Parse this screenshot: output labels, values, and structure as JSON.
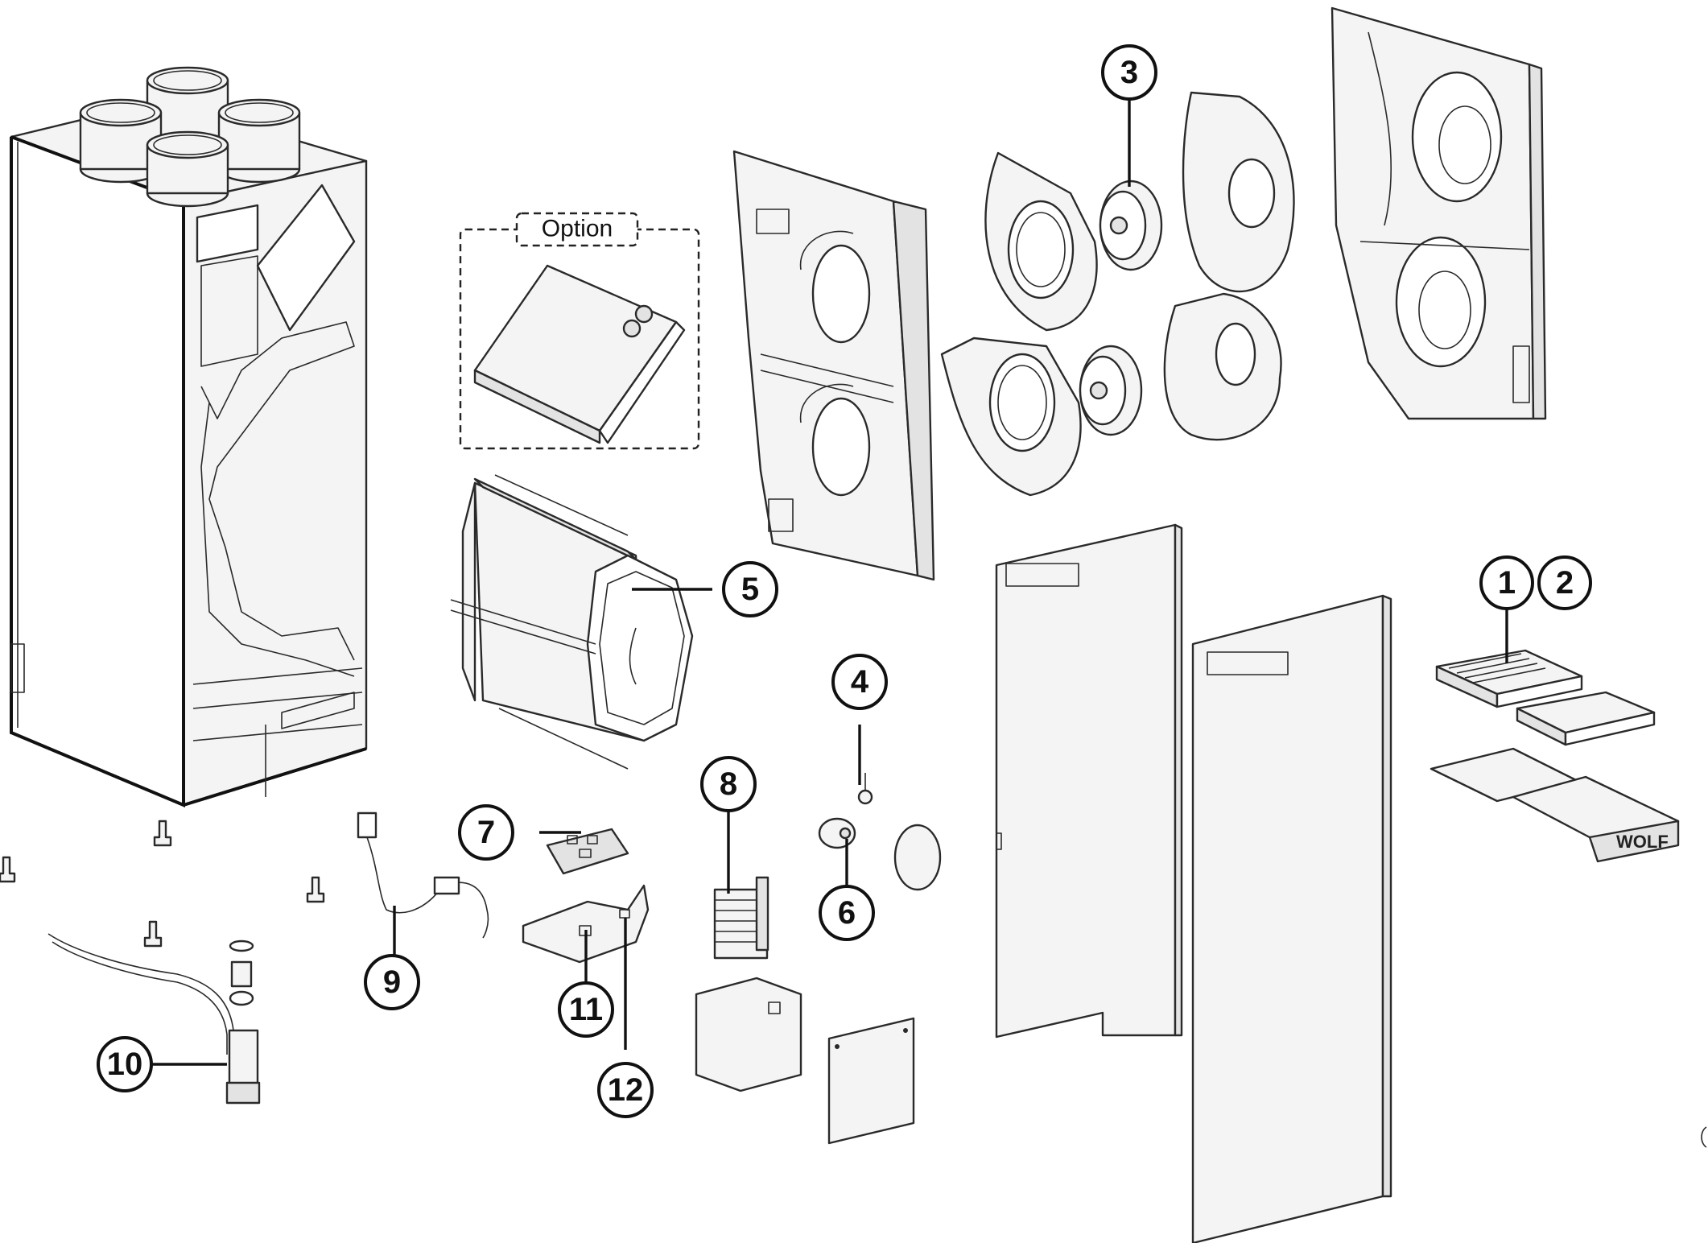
{
  "option": {
    "label": "Option"
  },
  "brand": {
    "logo_text": "WOLF"
  },
  "callouts": [
    {
      "id": "1",
      "label": "1"
    },
    {
      "id": "2",
      "label": "2"
    },
    {
      "id": "3",
      "label": "3"
    },
    {
      "id": "4",
      "label": "4"
    },
    {
      "id": "5",
      "label": "5"
    },
    {
      "id": "6",
      "label": "6"
    },
    {
      "id": "7",
      "label": "7"
    },
    {
      "id": "8",
      "label": "8"
    },
    {
      "id": "9",
      "label": "9"
    },
    {
      "id": "10",
      "label": "10"
    },
    {
      "id": "11",
      "label": "11"
    },
    {
      "id": "12",
      "label": "12"
    }
  ],
  "colors": {
    "line": "#2a2a2a",
    "fill": "#f4f4f4",
    "background": "#ffffff"
  }
}
